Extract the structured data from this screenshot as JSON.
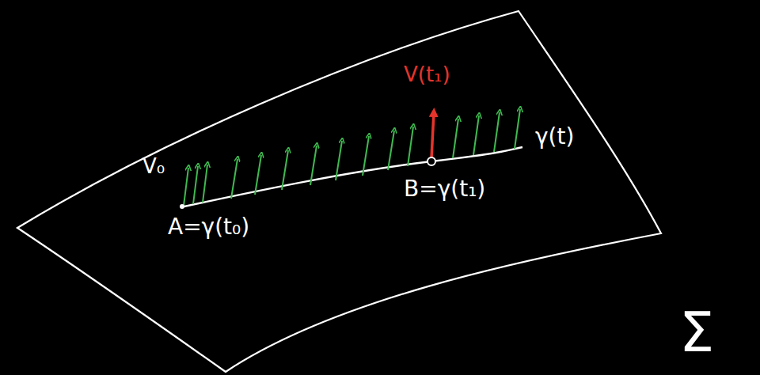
{
  "diagram": {
    "labels": [
      "V(t₁)",
      "V₀",
      "γ(t)",
      "A=γ(t₀)",
      "B=γ(t₁)",
      "Σ"
    ]
  }
}
